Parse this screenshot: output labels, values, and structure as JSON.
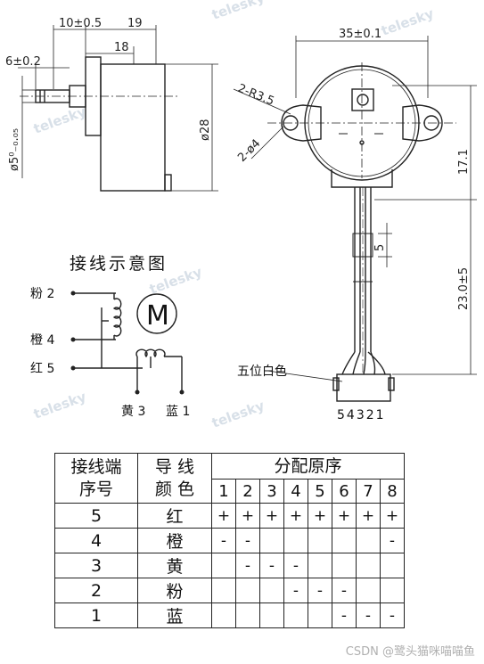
{
  "dims": {
    "d_10": "10±0.5",
    "d_19": "19",
    "d_18": "18",
    "d_6": "6±0.2",
    "d_shaft": "ø5⁰₋₀.₀₅",
    "d_28": "ø28",
    "d_35": "35±0.1",
    "d_r35": "2-R3.5",
    "d_hole": "2-ø4",
    "d_171": "17.1",
    "d_5": "5",
    "d_230": "23.0±5"
  },
  "wiring": {
    "title": "接线示意图",
    "pink": "粉 2",
    "orange": "橙 4",
    "red": "红 5",
    "yellow": "黄 3",
    "blue": "蓝 1",
    "motor": "M"
  },
  "connector": {
    "label": "五位白色",
    "pins": "54321"
  },
  "watermark": "telesky",
  "table": {
    "h_terminal_1": "接线端",
    "h_terminal_2": "序号",
    "h_wire_1": "导 线",
    "h_wire_2": "颜 色",
    "h_sequence": "分配原序",
    "steps": [
      "1",
      "2",
      "3",
      "4",
      "5",
      "6",
      "7",
      "8"
    ],
    "rows": [
      {
        "num": "5",
        "color": "红",
        "cells": [
          "+",
          "+",
          "+",
          "+",
          "+",
          "+",
          "+",
          "+"
        ]
      },
      {
        "num": "4",
        "color": "橙",
        "cells": [
          "-",
          "-",
          "",
          "",
          "",
          "",
          "",
          "-"
        ]
      },
      {
        "num": "3",
        "color": "黄",
        "cells": [
          "",
          "-",
          "-",
          "-",
          "",
          "",
          "",
          ""
        ]
      },
      {
        "num": "2",
        "color": "粉",
        "cells": [
          "",
          "",
          "",
          "-",
          "-",
          "-",
          "",
          ""
        ]
      },
      {
        "num": "1",
        "color": "蓝",
        "cells": [
          "",
          "",
          "",
          "",
          "",
          "-",
          "-",
          "-"
        ]
      }
    ]
  },
  "footer": "CSDN @鹭头猫咪喵喵鱼"
}
